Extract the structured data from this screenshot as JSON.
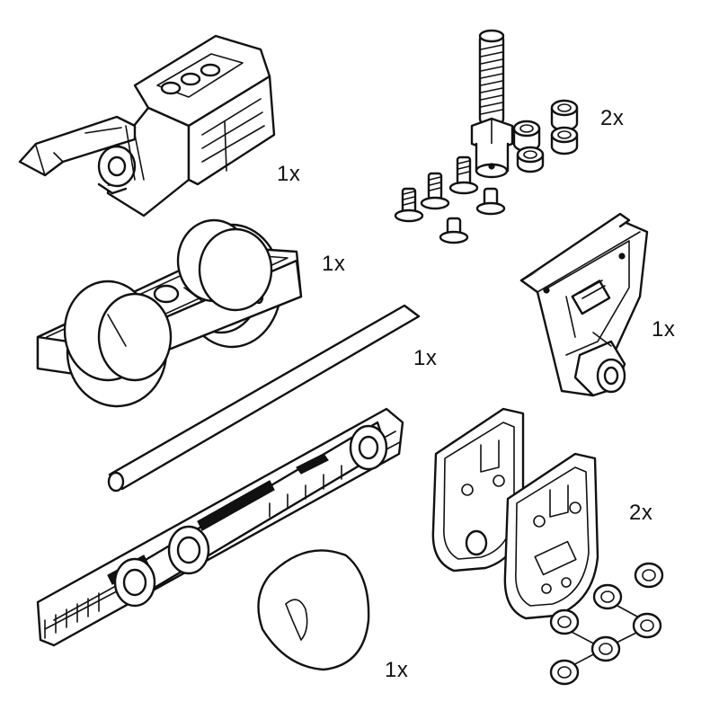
{
  "parts": [
    {
      "id": "carriage-housing",
      "quantity_label": "1x"
    },
    {
      "id": "threaded-bolt-set",
      "quantity_label": "2x"
    },
    {
      "id": "roller-trolley",
      "quantity_label": "1x"
    },
    {
      "id": "guide-rod",
      "quantity_label": "1x"
    },
    {
      "id": "hanger-bracket",
      "quantity_label": "1x"
    },
    {
      "id": "damper-mechanism",
      "quantity_label": ""
    },
    {
      "id": "clamp-plates",
      "quantity_label": "2x"
    },
    {
      "id": "rubber-stopper",
      "quantity_label": "1x"
    }
  ],
  "colors": {
    "line": "#111111",
    "background": "#ffffff"
  }
}
